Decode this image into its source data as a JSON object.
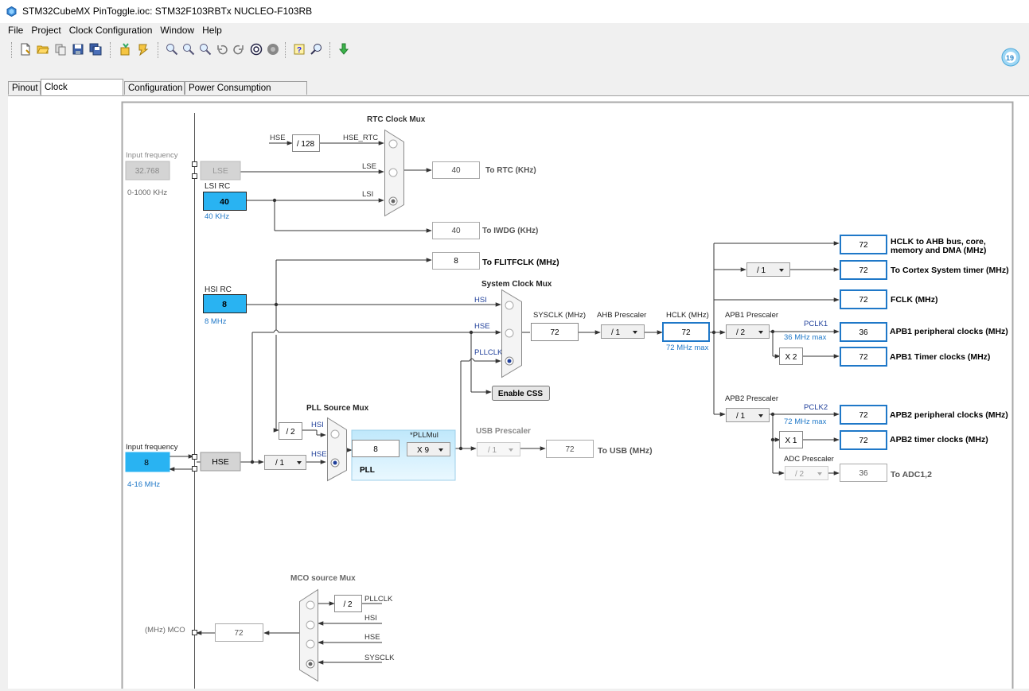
{
  "window": {
    "title": "STM32CubeMX PinToggle.ioc: STM32F103RBTx NUCLEO-F103RB"
  },
  "menu": [
    "File",
    "Project",
    "Clock Configuration",
    "Window",
    "Help"
  ],
  "tabs": [
    "Pinout",
    "Clock Configuration",
    "Configuration",
    "Power Consumption Calculator"
  ],
  "clock": {
    "rtc_mux": {
      "title": "RTC Clock Mux",
      "hse": "HSE",
      "div": "/ 128",
      "hse_rtc": "HSE_RTC",
      "lse": "LSE",
      "lsi": "LSI"
    },
    "rtc_out": {
      "value": "40",
      "label": "To RTC (KHz)"
    },
    "iwdg_out": {
      "value": "40",
      "label": "To IWDG (KHz)"
    },
    "flit": {
      "value": "8",
      "label": "To FLITFCLK (MHz)"
    },
    "lse": {
      "label_top": "Input frequency",
      "freq": "32.768",
      "range": "0-1000 KHz",
      "box": "LSE"
    },
    "lsi": {
      "title": "LSI RC",
      "value": "40",
      "sub": "40 KHz"
    },
    "hsi": {
      "title": "HSI RC",
      "value": "8",
      "sub": "8 MHz"
    },
    "hse": {
      "label_top": "Input frequency",
      "value": "8",
      "range": "4-16 MHz",
      "box": "HSE",
      "prediv": "/ 1"
    },
    "sys_mux": {
      "title": "System Clock Mux",
      "hsi": "HSI",
      "hse": "HSE",
      "pllclk": "PLLCLK"
    },
    "enable_css": "Enable CSS",
    "pll_src": {
      "title": "PLL Source Mux",
      "div2": "/ 2",
      "hsi": "HSI",
      "hse": "HSE"
    },
    "pll": {
      "value": "8",
      "mul_label": "*PLLMul",
      "mul": "X 9",
      "name": "PLL"
    },
    "usb": {
      "title": "USB Prescaler",
      "div": "/ 1",
      "value": "72",
      "label": "To USB (MHz)"
    },
    "sysclk": {
      "label": "SYSCLK (MHz)",
      "value": "72"
    },
    "ahb": {
      "label": "AHB Prescaler",
      "div": "/ 1"
    },
    "hclk": {
      "label": "HCLK (MHz)",
      "value": "72",
      "max": "72 MHz max"
    },
    "apb1": {
      "label": "APB1 Prescaler",
      "div": "/ 2",
      "pclk": "PCLK1",
      "max": "36 MHz max",
      "timer_mul": "X 2"
    },
    "apb2": {
      "label": "APB2 Prescaler",
      "div": "/ 1",
      "pclk": "PCLK2",
      "max": "72 MHz max",
      "timer_mul": "X 1"
    },
    "cortex_div": "/ 1",
    "adc": {
      "label": "ADC Prescaler",
      "div": "/ 2",
      "value": "36",
      "out": "To ADC1,2"
    },
    "outputs": [
      {
        "value": "72",
        "label": "HCLK to AHB bus, core,",
        "label2": "memory and DMA (MHz)"
      },
      {
        "value": "72",
        "label": "To Cortex System timer (MHz)"
      },
      {
        "value": "72",
        "label": "FCLK (MHz)"
      },
      {
        "value": "36",
        "label": "APB1 peripheral clocks (MHz)"
      },
      {
        "value": "72",
        "label": "APB1 Timer clocks (MHz)"
      },
      {
        "value": "72",
        "label": "APB2 peripheral clocks (MHz)"
      },
      {
        "value": "72",
        "label": "APB2 timer clocks (MHz)"
      }
    ],
    "mco": {
      "title": "MCO source Mux",
      "div": "/ 2",
      "pllclk": "PLLCLK",
      "hsi": "HSI",
      "hse": "HSE",
      "sysclk": "SYSCLK",
      "value": "72",
      "label": "(MHz) MCO"
    }
  },
  "colors": {
    "accent_blue": "#29b3f2",
    "value_border_blue": "#1f78c8",
    "sub_blue": "#1f78c8",
    "grey_box": "#d4d4d4"
  }
}
